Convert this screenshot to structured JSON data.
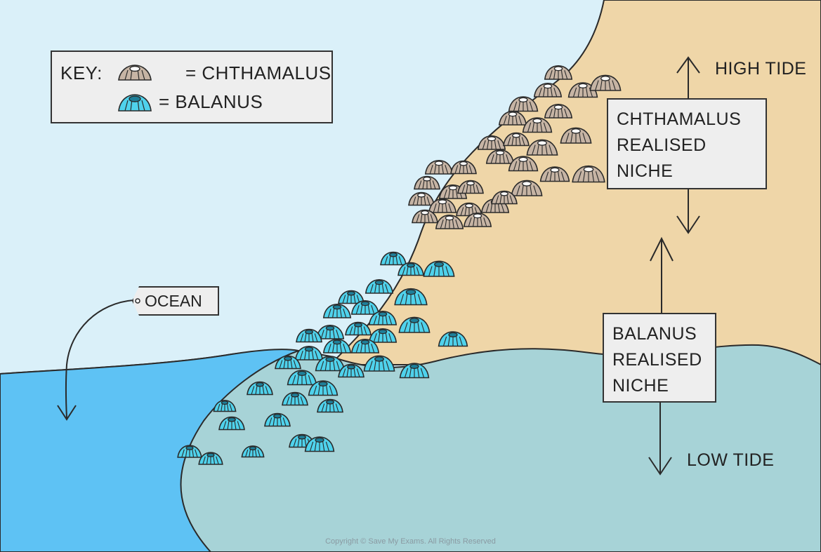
{
  "key": {
    "title": "KEY:",
    "chthamalus_label": "= CHTHAMALUS",
    "balanus_label": "= BALANUS"
  },
  "labels": {
    "ocean": "OCEAN",
    "high_tide": "HIGH TIDE",
    "low_tide": "LOW TIDE",
    "chthamalus_niche": [
      "CHTHAMALUS",
      "REALISED",
      "NICHE"
    ],
    "balanus_niche": [
      "BALANUS",
      "REALISED",
      "NICHE"
    ]
  },
  "copyright": "Copyright © Save My Exams. All Rights Reserved",
  "colors": {
    "sky": "#daf0f9",
    "rock": "#efd6a8",
    "shallow_water": "#a7d3d7",
    "deep_water": "#5ec2f4",
    "chthamalus": "#c6b4a4",
    "balanus": "#4fd2ec",
    "outline": "#2a2a2a"
  },
  "icons": [
    "chthamalus-barnacle-icon",
    "balanus-barnacle-icon",
    "arrow-up-icon",
    "arrow-down-icon",
    "curved-arrow-icon"
  ]
}
